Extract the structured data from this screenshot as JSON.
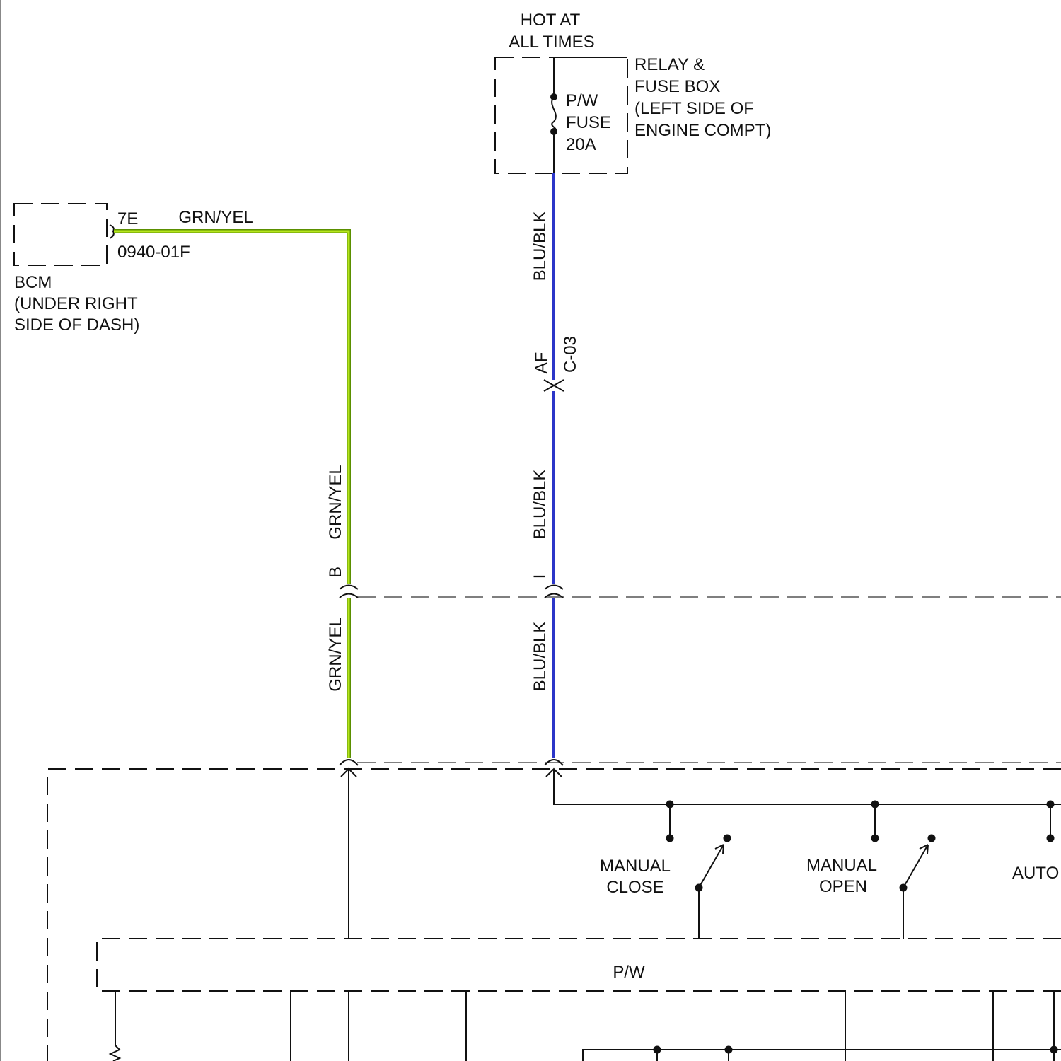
{
  "colors": {
    "grn_yel_wire": "#b5e61d",
    "grn_yel_wire_edge": "#5a8f00",
    "blu_blk_wire": "#2b35c8",
    "line": "#111111"
  },
  "power_source": {
    "hot_label_line1": "HOT AT",
    "hot_label_line2": "ALL TIMES"
  },
  "fuse_box": {
    "label_line1": "RELAY &",
    "label_line2": "FUSE BOX",
    "label_line3": "(LEFT SIDE OF",
    "label_line4": "ENGINE COMPT)",
    "fuse_name_line1": "P/W",
    "fuse_name_line2": "FUSE",
    "fuse_rating": "20A"
  },
  "bcm": {
    "name": "BCM",
    "location_line1": "(UNDER RIGHT",
    "location_line2": "SIDE OF DASH)",
    "pin": "7E",
    "connector": "0940-01F"
  },
  "wires": {
    "grn_yel_top": "GRN/YEL",
    "grn_yel_mid": "GRN/YEL",
    "grn_yel_low": "GRN/YEL",
    "blu_blk_top": "BLU/BLK",
    "blu_blk_mid": "BLU/BLK",
    "blu_blk_low": "BLU/BLK"
  },
  "connectors": {
    "af_pin": "AF",
    "af_name": "C-03",
    "b_pin": "B",
    "i_pin": "I"
  },
  "switches": {
    "manual_close_line1": "MANUAL",
    "manual_close_line2": "CLOSE",
    "manual_open_line1": "MANUAL",
    "manual_open_line2": "OPEN",
    "auto": "AUTO"
  },
  "module": {
    "name": "P/W"
  }
}
